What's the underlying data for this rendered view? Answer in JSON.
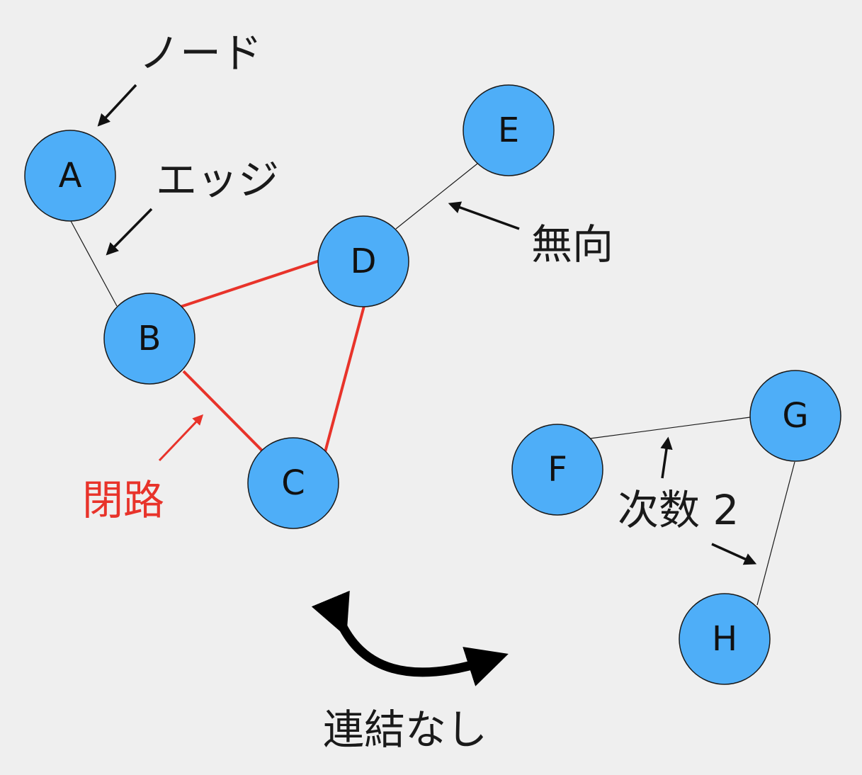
{
  "nodes": {
    "A": "A",
    "B": "B",
    "C": "C",
    "D": "D",
    "E": "E",
    "F": "F",
    "G": "G",
    "H": "H"
  },
  "annotations": {
    "node": "ノード",
    "edge": "エッジ",
    "undirected": "無向",
    "cycle": "閉路",
    "degree": "次数 2",
    "disconnected": "連結なし"
  },
  "edges": [
    {
      "from": "A",
      "to": "B",
      "in_cycle": false
    },
    {
      "from": "B",
      "to": "D",
      "in_cycle": true
    },
    {
      "from": "B",
      "to": "C",
      "in_cycle": true
    },
    {
      "from": "D",
      "to": "C",
      "in_cycle": true
    },
    {
      "from": "D",
      "to": "E",
      "in_cycle": false
    },
    {
      "from": "F",
      "to": "G",
      "in_cycle": false
    },
    {
      "from": "G",
      "to": "H",
      "in_cycle": false
    }
  ],
  "colors": {
    "node_fill": "#4eaef8",
    "cycle_highlight": "#e8332a",
    "background": "#efefef"
  }
}
